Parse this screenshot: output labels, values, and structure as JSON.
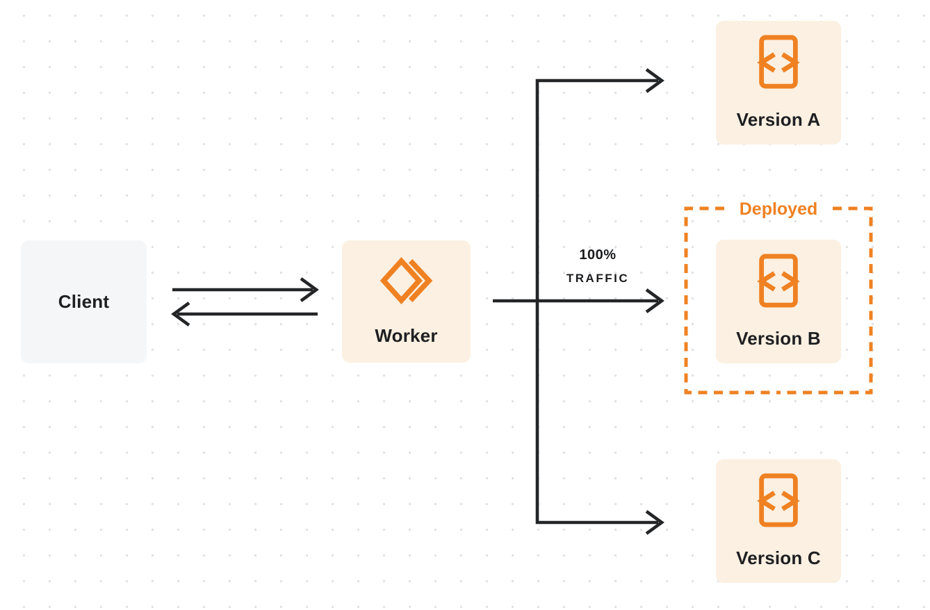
{
  "diagram": {
    "title": "worker-versions-traffic-routing",
    "nodes": {
      "client": {
        "label": "Client"
      },
      "worker": {
        "label": "Worker",
        "icon": "cloudflare-workers-logo-icon"
      },
      "version_a": {
        "label": "Version A",
        "icon": "code-document-icon"
      },
      "version_b": {
        "label": "Version B",
        "icon": "code-document-icon"
      },
      "version_c": {
        "label": "Version C",
        "icon": "code-document-icon"
      }
    },
    "annotations": {
      "deployed": "Deployed",
      "traffic_line1": "100%",
      "traffic_line2": "TRAFFIC"
    },
    "edges": [
      {
        "from": "client",
        "to": "worker",
        "style": "arrow-right"
      },
      {
        "from": "worker",
        "to": "client",
        "style": "arrow-left"
      },
      {
        "from": "worker",
        "to": "version_a",
        "style": "arrow"
      },
      {
        "from": "worker",
        "to": "version_b",
        "style": "arrow",
        "label": "100% TRAFFIC"
      },
      {
        "from": "worker",
        "to": "version_c",
        "style": "arrow"
      }
    ],
    "colors": {
      "accent_orange": "#ef8122",
      "line_dark": "#242527",
      "node_cream": "#fbf0e1",
      "node_gray": "#f5f6f7",
      "text_dark": "#1e1f22",
      "dot_grid": "#e2e2e4",
      "background": "#ffffff"
    }
  }
}
